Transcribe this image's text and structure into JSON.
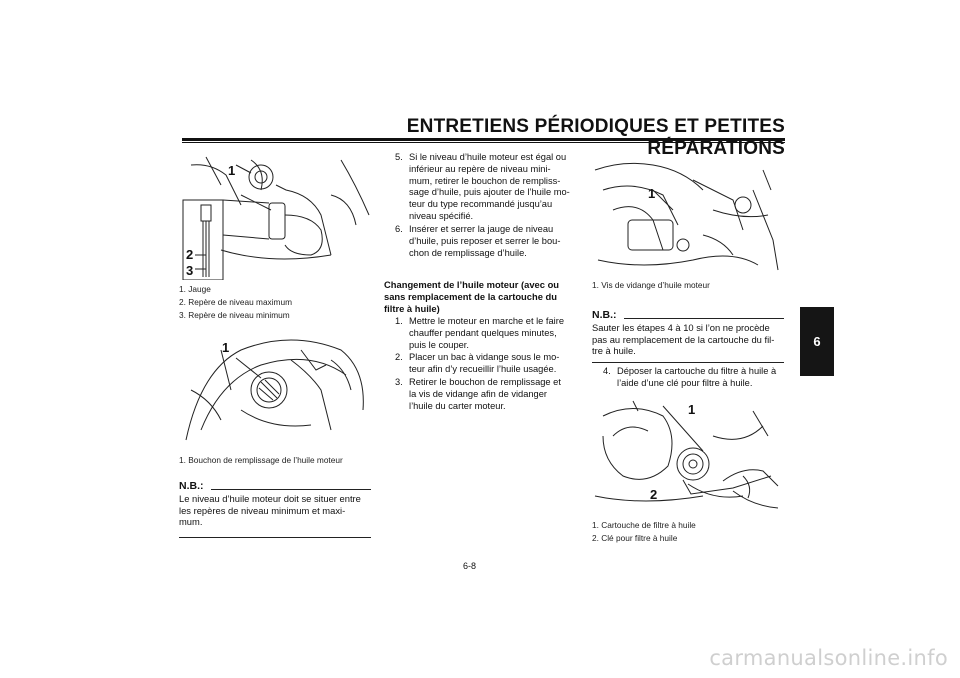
{
  "header": {
    "title": "ENTRETIENS PÉRIODIQUES ET PETITES RÉPARATIONS",
    "chapter_tab": "6"
  },
  "figures": {
    "fig1": {
      "callouts": [
        "1",
        "2",
        "3"
      ]
    },
    "fig2": {
      "callouts": [
        "1"
      ]
    },
    "fig3": {
      "callouts": [
        "1"
      ]
    },
    "fig4": {
      "callouts": [
        "1",
        "2"
      ]
    }
  },
  "captions": {
    "fig1": [
      "1.  Jauge",
      "2.  Repère de niveau maximum",
      "3.  Repère de niveau minimum"
    ],
    "fig2": [
      "1.  Bouchon de remplissage de l’huile moteur"
    ],
    "fig3": [
      "1.  Vis de vidange d’huile moteur"
    ],
    "fig4": [
      "1.  Cartouche de filtre à huile",
      "2.  Clé pour filtre à huile"
    ]
  },
  "note_left": {
    "heading": "N.B.:",
    "lines": [
      "Le niveau d’huile moteur doit se situer entre",
      "les repères de niveau minimum et maxi-",
      "mum."
    ]
  },
  "steps_middle": [
    {
      "num": "5.",
      "lines": [
        "Si le niveau d’huile moteur est égal ou",
        "inférieur au repère de niveau mini-",
        "mum, retirer le bouchon de rempliss-",
        "sage d’huile, puis ajouter de l’huile mo-",
        "teur du type recommandé jusqu’au",
        "niveau spécifié."
      ]
    },
    {
      "num": "6.",
      "lines": [
        "Insérer et serrer la jauge de niveau",
        "d’huile, puis reposer et serrer le bou-",
        "chon de remplissage d’huile."
      ]
    }
  ],
  "subheading": [
    "Changement de l’huile moteur (avec ou",
    "sans remplacement de la cartouche du",
    "filtre à huile)"
  ],
  "steps_middle2": [
    {
      "num": "1.",
      "lines": [
        "Mettre le moteur en marche et le faire",
        "chauffer pendant quelques minutes,",
        "puis le couper."
      ]
    },
    {
      "num": "2.",
      "lines": [
        "Placer un bac à vidange sous le mo-",
        "teur afin d’y recueillir l’huile usagée."
      ]
    },
    {
      "num": "3.",
      "lines": [
        "Retirer le bouchon de remplissage et",
        "la vis de vidange afin de vidanger",
        "l’huile du carter moteur."
      ]
    }
  ],
  "note_right": {
    "heading": "N.B.:",
    "lines": [
      "Sauter les étapes 4 à 10 si l’on ne procède",
      "pas au remplacement de la cartouche du fil-",
      "tre à huile."
    ]
  },
  "steps_right": [
    {
      "num": "4.",
      "lines": [
        "Déposer la cartouche du filtre à huile à",
        "l’aide d’une clé pour filtre à huile."
      ]
    }
  ],
  "page_number": "6-8",
  "watermark": "carmanualsonline.info"
}
